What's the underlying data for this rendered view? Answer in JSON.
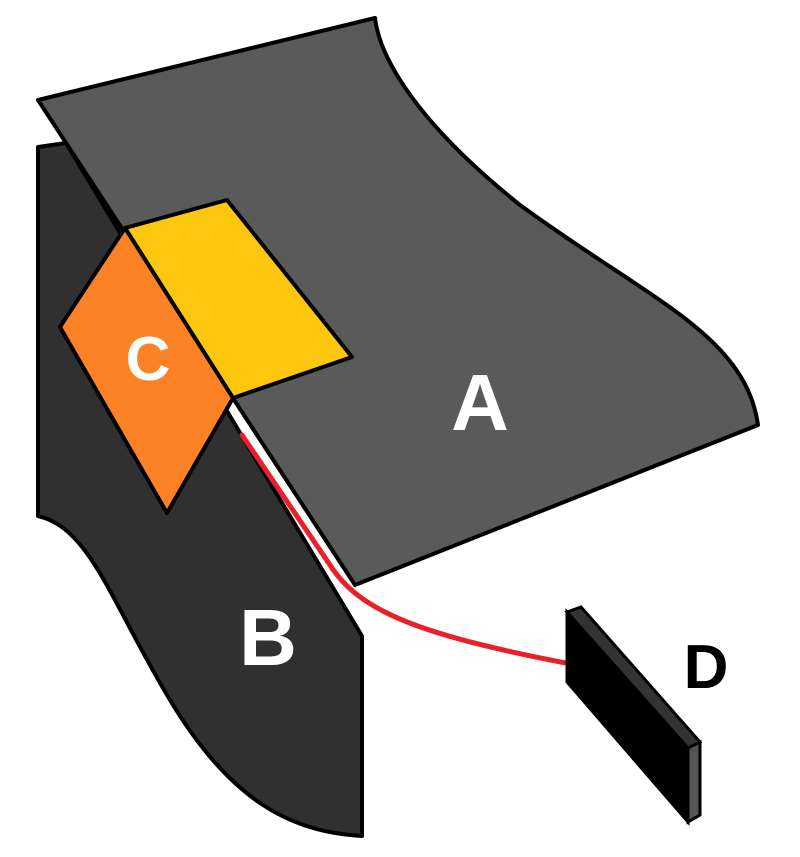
{
  "labels": {
    "a": "A",
    "b": "B",
    "c": "C",
    "d": "D"
  },
  "colors": {
    "panel_a": "#5a5a5a",
    "panel_b": "#303030",
    "part_c_front": "#fd8225",
    "part_c_top": "#fdc70f",
    "wire": "#e8202a",
    "part_d": "#000000",
    "label_light": "#ffffff",
    "label_dark": "#000000"
  }
}
